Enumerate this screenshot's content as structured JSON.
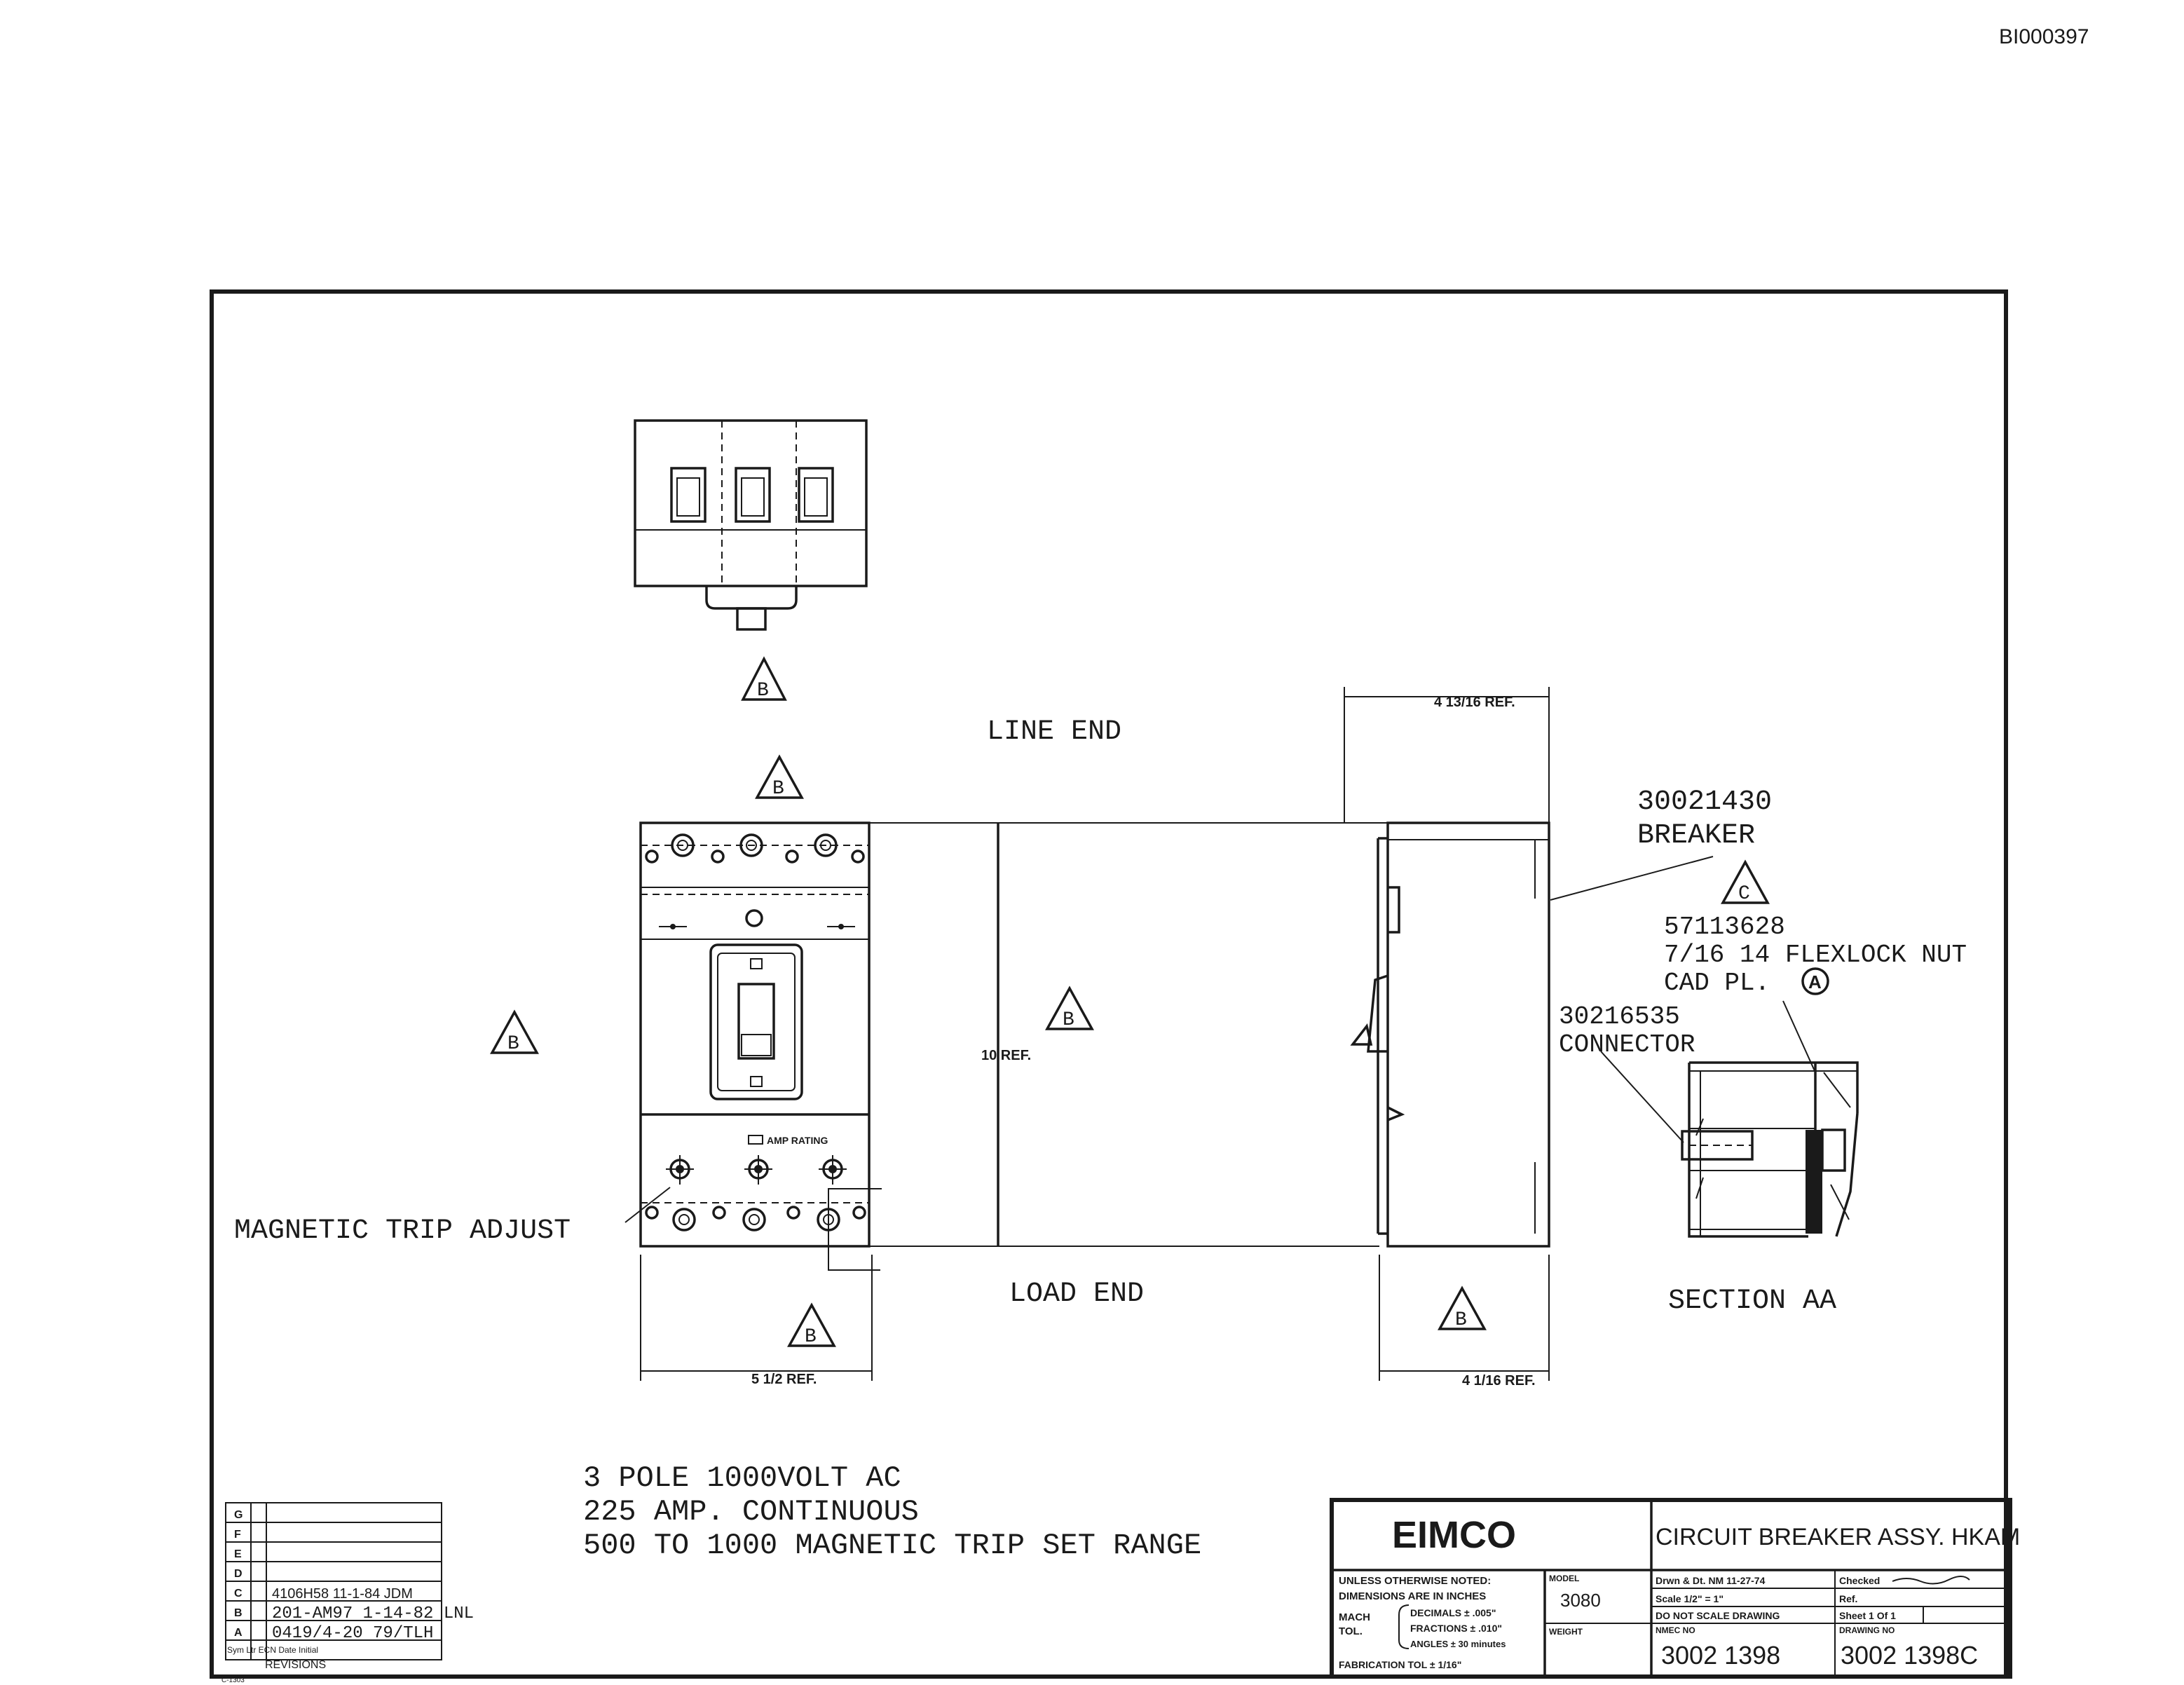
{
  "doc_id": "BI000397",
  "labels": {
    "line_end": "LINE END",
    "load_end": "LOAD END",
    "magnetic_trip_adjust": "MAGNETIC TRIP ADJUST",
    "breaker_part": "30021430",
    "breaker_name": "BREAKER",
    "nut_part": "57113628",
    "nut_name": "7/16 14 FLEXLOCK NUT",
    "nut_finish": "CAD PL.",
    "connector_part": "30216535",
    "connector_name": "CONNECTOR",
    "section": "SECTION AA",
    "amp_rating": "AMP RATING"
  },
  "dimensions": {
    "width_front": "5 1/2 REF.",
    "height": "10 REF.",
    "depth_top": "4 13/16 REF.",
    "depth_bottom": "4 1/16 REF."
  },
  "revision_marks": {
    "a": "A",
    "b": "B",
    "c": "C"
  },
  "specs": [
    "3 POLE 1000VOLT AC",
    "225 AMP. CONTINUOUS",
    "500 TO 1000 MAGNETIC TRIP SET RANGE"
  ],
  "revisions": {
    "letters": [
      "G",
      "F",
      "E",
      "D",
      "C",
      "B",
      "A"
    ],
    "entries": [
      "",
      "",
      "",
      "",
      "4106H58 11-1-84 JDM",
      "201-AM97 1-14-82 LNL",
      "0419/4-20 79/TLH"
    ],
    "footer": "Sym  Ltr  ECN  Date  Initial",
    "title": "REVISIONS",
    "sheet_code": "C-1303"
  },
  "title_block": {
    "company": "EIMCO",
    "title": "CIRCUIT BREAKER ASSY. HKAM",
    "notes_line1": "UNLESS OTHERWISE NOTED:",
    "notes_line2": "DIMENSIONS ARE IN INCHES",
    "mach": "MACH",
    "tol": "TOL.",
    "decimals": "DECIMALS ± .005\"",
    "fractions": "FRACTIONS ± .010\"",
    "angles": "ANGLES ± 30 minutes",
    "fabrication": "FABRICATION TOL ± 1/16\"",
    "model_label": "MODEL",
    "model": "3080",
    "weight_label": "WEIGHT",
    "drawn": "Drwn & Dt. NM   11-27-74",
    "checked": "Checked",
    "scale": "Scale 1/2\" = 1\"",
    "ref": "Ref.",
    "do_not_scale": "DO NOT SCALE DRAWING",
    "sheet": "Sheet  1  Of  1",
    "nmec_label": "NMEC NO",
    "nmec": "3002 1398",
    "drawing_label": "DRAWING NO",
    "drawing_no": "3002 1398C"
  }
}
